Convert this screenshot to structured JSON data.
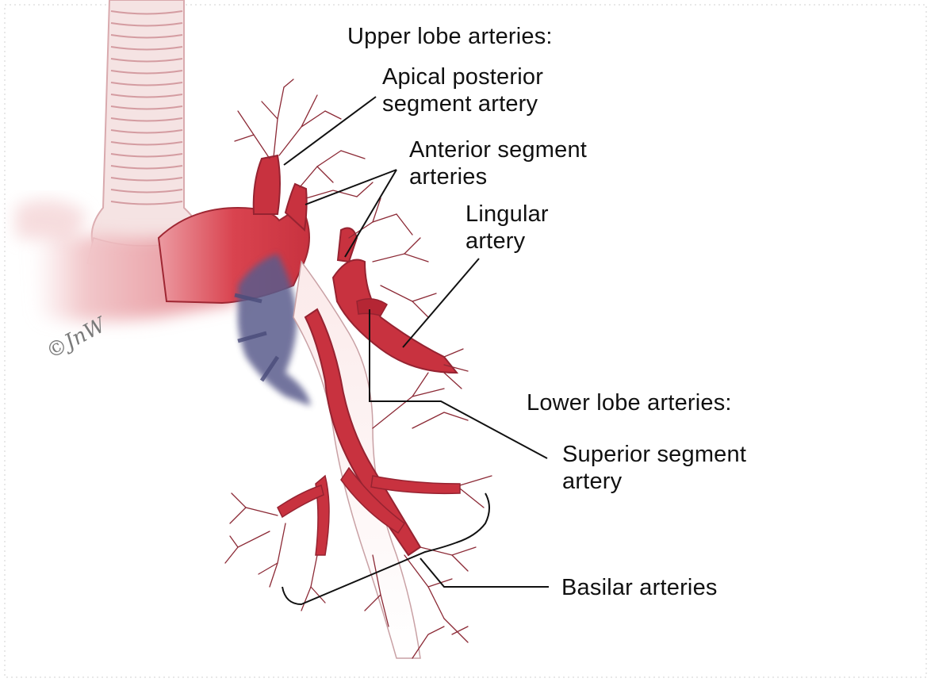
{
  "labels": {
    "upper_lobe_header": "Upper lobe arteries:",
    "apical_posterior": [
      "Apical posterior",
      "segment artery"
    ],
    "anterior_segment": [
      "Anterior segment",
      "arteries"
    ],
    "lingular": [
      "Lingular",
      "artery"
    ],
    "lower_lobe_header": "Lower lobe arteries:",
    "superior_segment": [
      "Superior segment",
      "artery"
    ],
    "basilar": "Basilar arteries"
  },
  "signature": "©JnW",
  "colors": {
    "artery": "#c8323f",
    "artery_dark": "#a81f2c",
    "vein": "#5a5c8c",
    "vessel_outline": "#8c2a36",
    "trachea": "#f3dede",
    "trachea_ring": "#d9a7ab"
  }
}
